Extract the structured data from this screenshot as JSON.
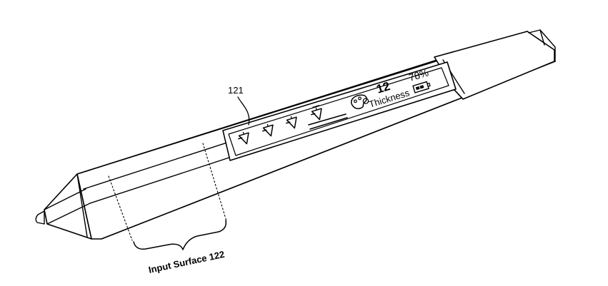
{
  "figure": {
    "display_ref": "121",
    "input_surface_label": "Input Surface 122",
    "thickness_value": "12",
    "thickness_label": "Thickness",
    "battery_percent": "78%",
    "thickness_options_count": 4,
    "selected_thickness_index": 3
  },
  "icons": [
    "pen-tip-thin-icon",
    "pen-tip-medium-icon",
    "pen-tip-thick-icon",
    "pen-tip-selected-icon",
    "palette-icon",
    "battery-icon"
  ]
}
